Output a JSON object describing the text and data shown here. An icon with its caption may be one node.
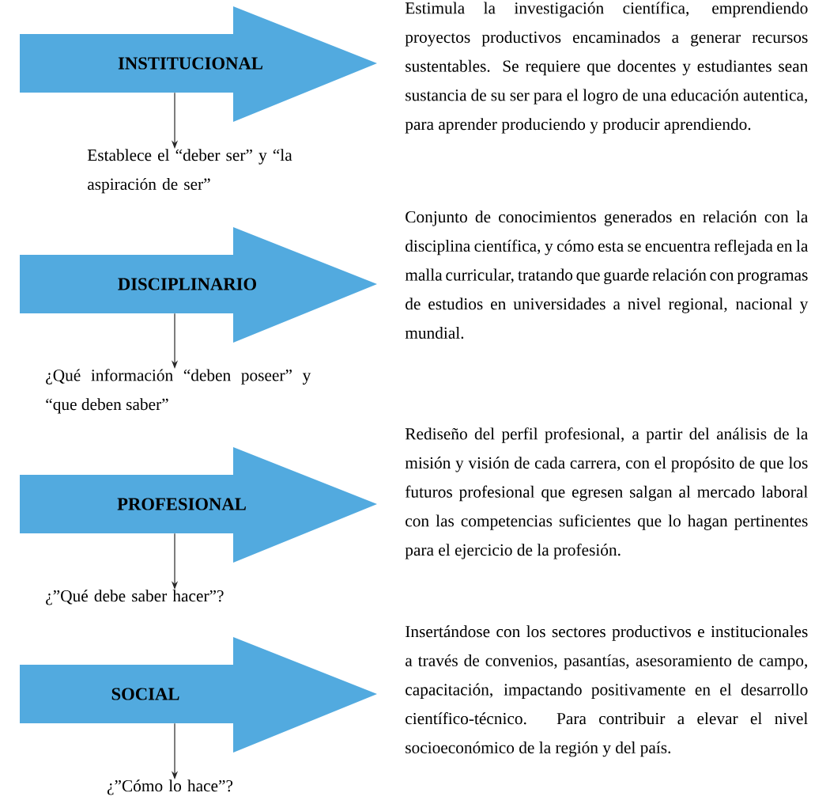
{
  "diagram": {
    "nodes": [
      {
        "text": [
          "INSTITUCIONAL"
        ]
      },
      {
        "text": [
          "DISCIPLINARIO"
        ]
      },
      {
        "text": [
          "PROFESIONAL"
        ]
      },
      {
        "text": [
          "SOCIAL"
        ]
      },
      {
        "text": [
          "Establece el “deber ser” y “la aspiración de ser”"
        ]
      },
      {
        "text": [
          "¿Qué información “deben poseer” y “que deben saber”"
        ]
      },
      {
        "text": [
          "¿”Qué debe saber hacer”?"
        ]
      },
      {
        "text": [
          "¿”Cómo lo hace”?"
        ]
      }
    ],
    "edges": [
      {
        "from": 0,
        "to": 4,
        "arrow": "to"
      },
      {
        "from": 1,
        "to": 5,
        "arrow": "to"
      },
      {
        "from": 2,
        "to": 6,
        "arrow": "to"
      },
      {
        "from": 3,
        "to": 7,
        "arrow": "to"
      }
    ],
    "labels": [
      "Estimula la investigación científica, emprendiendo proyectos productivos encaminados a generar recursos sustentables. Se requiere que docentes y estudiantes sean sustancia de su ser para el logro de una educación autentica, para aprender produciendo y producir aprendiendo.",
      "Conjunto de conocimientos generados en relación con la disciplina científica, y cómo esta se encuentra reflejada en la malla curricular, tratando que guarde relación con programas de estudios en universidades a nivel regional, nacional y mundial.",
      "Rediseño del perfil profesional, a partir del análisis de la misión y visión de cada carrera, con el propósito de que los futuros profesional que egresen salgan al mercado laboral con las competencias suficientes que lo hagan pertinentes para el ejercicio de la profesión.",
      "Insertándose con los sectores productivos e institucionales a través de convenios, pasantías, asesoramiento de campo, capacitación, impactando positivamente en el desarrollo científico-técnico. Para contribuir a elevar el nivel socioeconómico de la región y del país."
    ]
  }
}
